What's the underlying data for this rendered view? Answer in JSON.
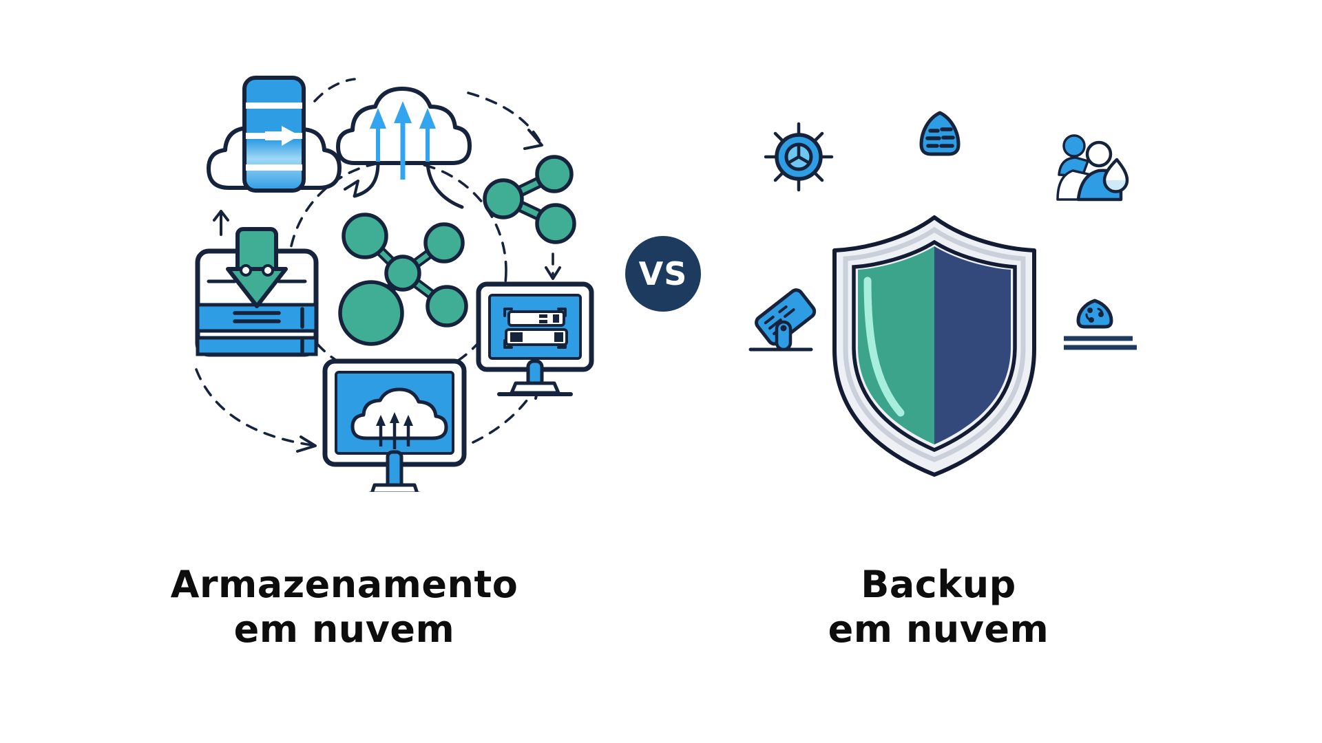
{
  "page": {
    "background": "#ffffff"
  },
  "left_panel": {
    "title_line1": "Armazenamento",
    "title_line2": "em nuvem",
    "icons": [
      "cloud-database-icon",
      "cloud-upload-icon",
      "share-icon",
      "network-nodes-icon",
      "storage-archive-icon",
      "server-monitor-icon",
      "cloud-monitor-icon",
      "dashed-flow-arrows"
    ]
  },
  "vs_badge": {
    "label": "VS"
  },
  "right_panel": {
    "title_line1": "Backup",
    "title_line2": "em nuvem",
    "icons": [
      "settings-gear-icon",
      "firewall-dome-icon",
      "users-icon",
      "security-shield-icon",
      "panel-stand-icon",
      "recovery-icon"
    ]
  },
  "colors": {
    "blue": "#2f9de4",
    "blue-bright": "#33a5ee",
    "blue-light": "#8ed2f6",
    "navy": "#16233d",
    "vs-navy": "#1d3a5f",
    "teal": "#3fae94",
    "teal-light": "#aef2e2",
    "shield-teal": "#3ba48b",
    "shield-navy": "#33497b",
    "silver": "#edf0f4",
    "silver-shade": "#c9d0da",
    "text": "#0d0d0d",
    "shadow": "#dde2e8"
  }
}
